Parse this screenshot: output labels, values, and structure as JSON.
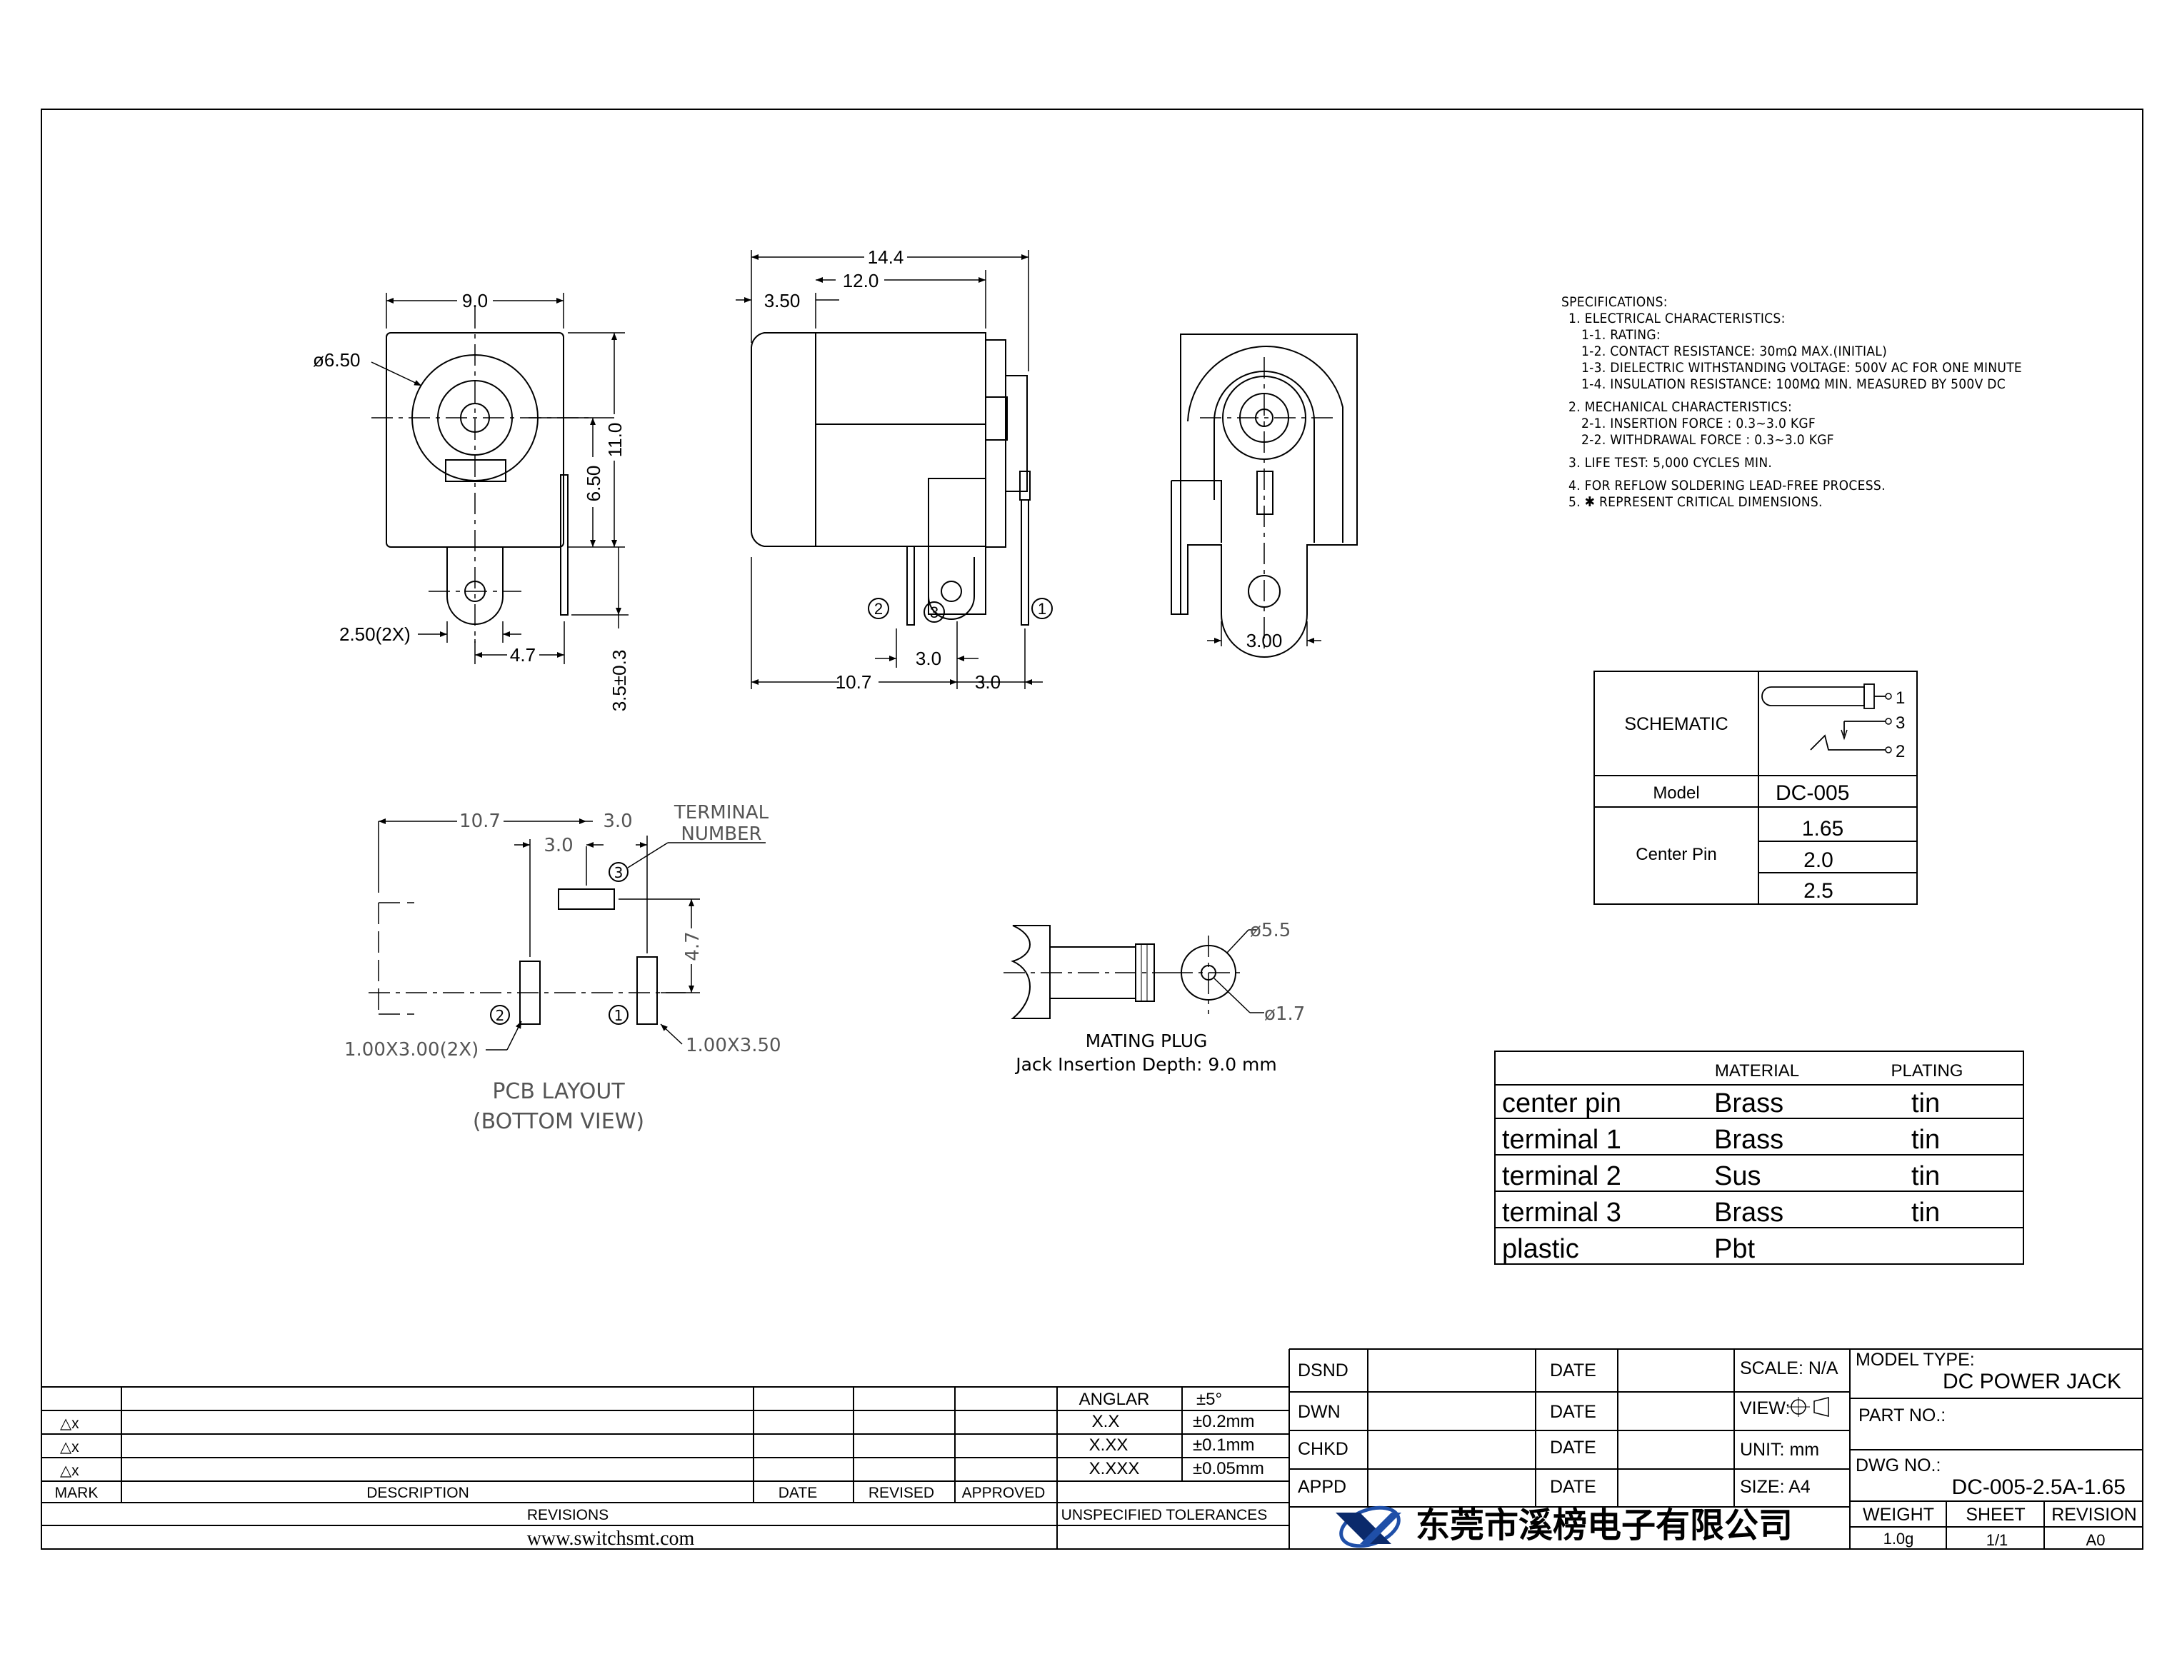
{
  "front_view": {
    "dim_width": "9.0",
    "dim_diameter": "ø6.50",
    "dim_height": "11.0",
    "dim_center": "6.50",
    "dim_pin_width": "2.50(2X)",
    "dim_pin_spacing": "4.7",
    "dim_pin_length": "3.5±0.3"
  },
  "side_view": {
    "dim_total": "14.4",
    "dim_body": "12.0",
    "dim_front": "3.50",
    "dim_bottom_a": "10.7",
    "dim_bottom_b": "3.0",
    "dim_pin_pitch": "3.0",
    "terminal_1": "1",
    "terminal_2": "2",
    "terminal_3": "3"
  },
  "rear_view": {
    "dim_pin": "3.00"
  },
  "specifications": {
    "title": "SPECIFICATIONS:",
    "electrical_title": "1. ELECTRICAL CHARACTERISTICS:",
    "rating": "1-1. RATING:",
    "contact_resistance": "1-2. CONTACT RESISTANCE: 30mΩ MAX.(INITIAL)",
    "dielectric": "1-3. DIELECTRIC WITHSTANDING VOLTAGE: 500V AC FOR ONE MINUTE",
    "insulation": "1-4. INSULATION RESISTANCE: 100MΩ MIN. MEASURED BY 500V DC",
    "mechanical_title": "2. MECHANICAL CHARACTERISTICS:",
    "insertion_force": "2-1. INSERTION FORCE : 0.3~3.0 KGF",
    "withdrawal_force": "2-2. WITHDRAWAL FORCE : 0.3~3.0 KGF",
    "life_test": "3. LIFE TEST: 5,000 CYCLES MIN.",
    "reflow": "4. FOR REFLOW SOLDERING LEAD-FREE PROCESS.",
    "critical": "5. ✱ REPRESENT CRITICAL DIMENSIONS."
  },
  "schematic_table": {
    "schematic_label": "SCHEMATIC",
    "pin_1": "1",
    "pin_3": "3",
    "pin_2": "2",
    "model_label": "Model",
    "model_value": "DC-005",
    "center_pin_label": "Center Pin",
    "center_pin_values": [
      "1.65",
      "2.0",
      "2.5"
    ]
  },
  "pcb_layout": {
    "dim_a": "10.7",
    "dim_b": "3.0",
    "dim_c": "3.0",
    "terminal_label_1": "TERMINAL",
    "terminal_label_2": "NUMBER",
    "dim_height": "4.7",
    "pad_2x": "1.00X3.00(2X)",
    "pad_1": "1.00X3.50",
    "title_1": "PCB LAYOUT",
    "title_2": "(BOTTOM VIEW)",
    "terminal_1": "1",
    "terminal_2": "2",
    "terminal_3": "3"
  },
  "mating_plug": {
    "dim_outer": "ø5.5",
    "dim_inner": "ø1.7",
    "title": "MATING PLUG",
    "subtitle": "Jack Insertion Depth: 9.0 mm"
  },
  "materials_table": {
    "header_material": "MATERIAL",
    "header_plating": "PLATING",
    "rows": [
      {
        "part": "center pin",
        "material": "Brass",
        "plating": "tin"
      },
      {
        "part": "terminal 1",
        "material": "Brass",
        "plating": "tin"
      },
      {
        "part": "terminal 2",
        "material": "Sus",
        "plating": "tin"
      },
      {
        "part": "terminal 3",
        "material": "Brass",
        "plating": "tin"
      },
      {
        "part": "plastic",
        "material": "Pbt",
        "plating": ""
      }
    ]
  },
  "title_block": {
    "revision_marks": [
      "△x",
      "△x",
      "△x"
    ],
    "mark": "MARK",
    "description": "DESCRIPTION",
    "date": "DATE",
    "revised": "REVISED",
    "approved": "APPROVED",
    "revisions": "REVISIONS",
    "website": "www.switchsmt.com",
    "anglar": "ANGLAR",
    "anglar_tol": "±5°",
    "xx": "X.X",
    "xx_tol": "±0.2mm",
    "xxx": "X.XX",
    "xxx_tol": "±0.1mm",
    "xxxx": "X.XXX",
    "xxxx_tol": "±0.05mm",
    "unspecified": "UNSPECIFIED TOLERANCES",
    "dsnd": "DSND",
    "dwn": "DWN",
    "chkd": "CHKD",
    "appd": "APPD",
    "date_label": "DATE",
    "scale": "SCALE: N/A",
    "view": "VIEW:",
    "unit": "UNIT: mm",
    "size": "SIZE: A4",
    "model_type_label": "MODEL TYPE:",
    "model_type": "DC POWER JACK",
    "part_no_label": "PART NO.:",
    "dwg_no_label": "DWG NO.:",
    "dwg_no": "DC-005-2.5A-1.65",
    "weight_label": "WEIGHT",
    "weight": "1.0g",
    "sheet_label": "SHEET",
    "sheet": "1/1",
    "revision_label": "REVISION",
    "revision": "A0",
    "company": "东莞市溪榜电子有限公司"
  },
  "colors": {
    "line": "#000000",
    "logo_blue": "#1f4fa8",
    "logo_dark": "#0b2a6b"
  }
}
